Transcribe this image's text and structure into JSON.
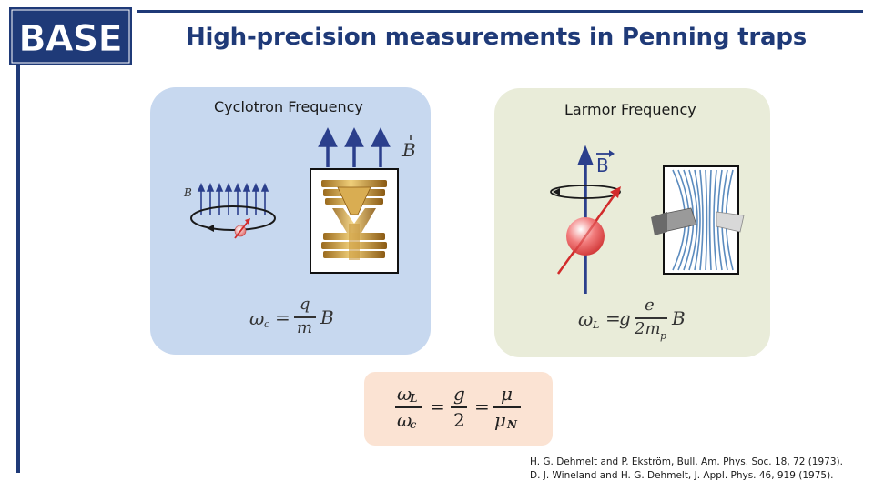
{
  "header": {
    "logo_text": "BASE",
    "title": "High-precision measurements in Penning traps"
  },
  "cyclotron": {
    "label": "Cyclotron Frequency",
    "field_symbol": "B",
    "formula": {
      "lhs": "ω",
      "lhs_sub": "c",
      "eq": "=",
      "num": "q",
      "den": "m",
      "rhs": "B"
    }
  },
  "larmor": {
    "label": "Larmor Frequency",
    "field_symbol": "B",
    "formula": {
      "lhs": "ω",
      "lhs_sub": "L",
      "eq": "=",
      "g": "g",
      "num": "e",
      "den": "2m",
      "den_sub": "p",
      "rhs": "B"
    }
  },
  "ratio": {
    "f1_num": "ω",
    "f1_num_sub": "L",
    "f1_den": "ω",
    "f1_den_sub": "c",
    "eq": "=",
    "f2_num": "g",
    "f2_den": "2",
    "f3_num": "μ",
    "f3_den": "μ",
    "f3_den_sub": "N"
  },
  "references": [
    "H. G. Dehmelt and P. Ekström, Bull. Am. Phys. Soc. 18, 72 (1973).",
    "D. J. Wineland and H. G. Dehmelt, J. Appl. Phys. 46, 919 (1975)."
  ],
  "colors": {
    "brand": "#1f3a78",
    "cyclotron_panel": "#c7d8ef",
    "larmor_panel": "#e9ecd9",
    "ratio_panel": "#fbe3d3",
    "spin_arrow": "#d22b2b",
    "field_arrow": "#2b3f8c"
  }
}
